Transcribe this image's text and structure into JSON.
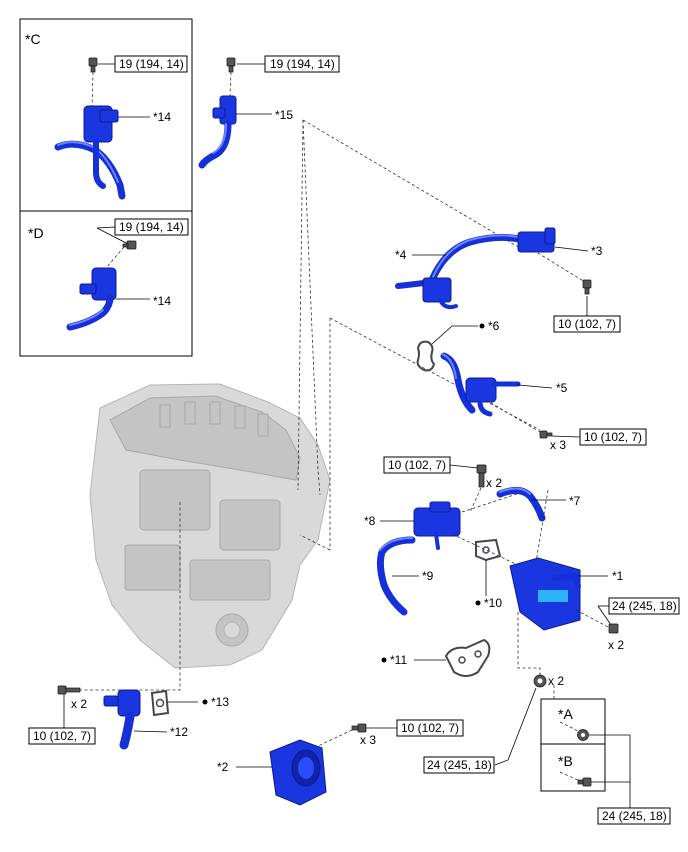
{
  "insets": {
    "c": {
      "label": "*C",
      "torque_14": "19 (194, 14)",
      "torque_15": "19 (194, 14)",
      "part_14": "*14",
      "part_15": "*15"
    },
    "d": {
      "label": "*D",
      "torque_14": "19 (194, 14)",
      "part_14": "*14"
    },
    "a": {
      "label": "*A"
    },
    "b": {
      "label": "*B"
    }
  },
  "parts": {
    "p1": "*1",
    "p2": "*2",
    "p3": "*3",
    "p4": "*4",
    "p5": "*5",
    "p6": "*6",
    "p7": "*7",
    "p8": "*8",
    "p9": "*9",
    "p10": "*10",
    "p11": "*11",
    "p12": "*12",
    "p13": "*13"
  },
  "torques": {
    "t_p3": "10 (102, 7)",
    "t_p5": "10 (102, 7)",
    "t_p8": "10 (102, 7)",
    "t_p1": "24 (245, 18)",
    "t_p12": "10 (102, 7)",
    "t_p2": "10 (102, 7)",
    "t_nut": "24 (245, 18)",
    "t_ab": "24 (245, 18)"
  },
  "quantities": {
    "q_p5": "x 3",
    "q_p8": "x 2",
    "q_p1": "x 2",
    "q_nut": "x 2",
    "q_p12": "x 2",
    "q_p2": "x 3"
  },
  "colors": {
    "part_blue": "#1a36e0",
    "engine_grey": "#d9d9d9"
  }
}
